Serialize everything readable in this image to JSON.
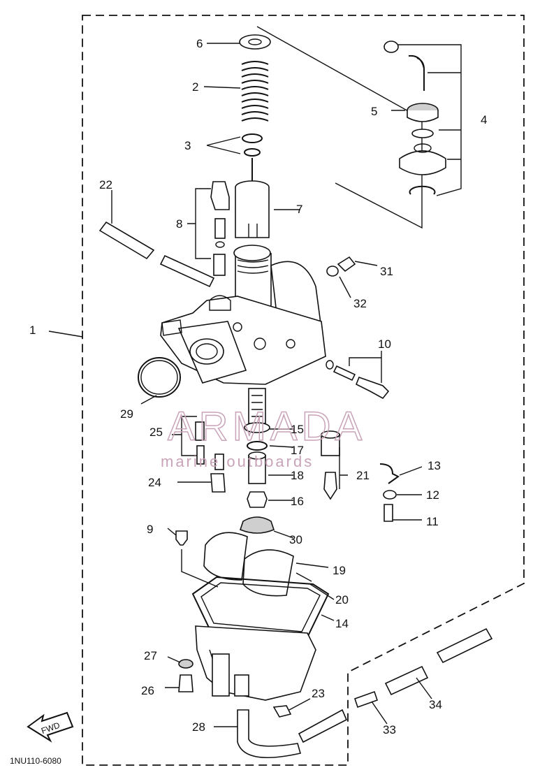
{
  "diagram": {
    "part_numbers": [
      "1",
      "2",
      "3",
      "4",
      "5",
      "6",
      "7",
      "8",
      "9",
      "10",
      "11",
      "12",
      "13",
      "14",
      "15",
      "16",
      "16",
      "17",
      "18",
      "19",
      "20",
      "21",
      "22",
      "23",
      "24",
      "25",
      "26",
      "27",
      "28",
      "29",
      "30",
      "31",
      "32",
      "33",
      "34"
    ],
    "fwd_label": "FWD",
    "drawing_code": "1NU110-6080"
  },
  "watermark": {
    "brand": "ARMADA",
    "tagline": "marine outboards"
  }
}
